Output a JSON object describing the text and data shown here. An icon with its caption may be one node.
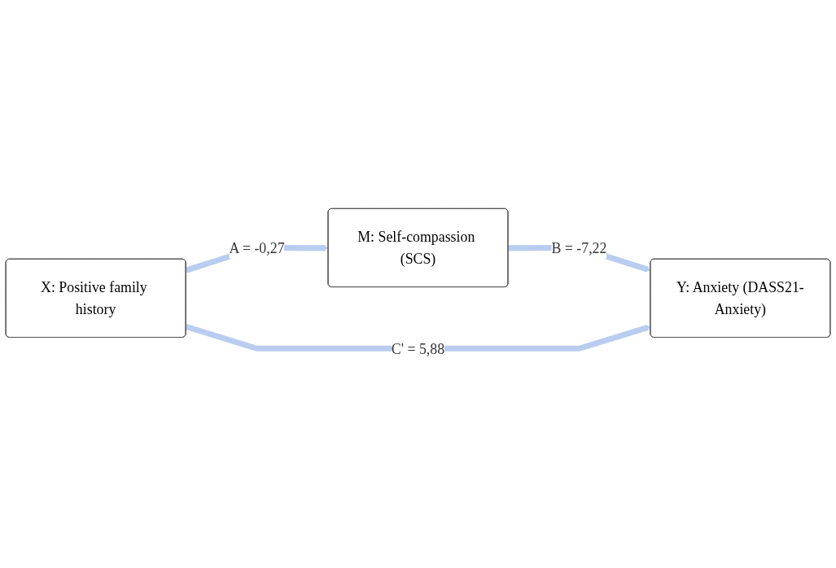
{
  "diagram": {
    "nodes": [
      {
        "text": [
          "M: Self-compassion (SCS)"
        ]
      },
      {
        "text": [
          "X: Positive family history"
        ]
      },
      {
        "text": [
          "Y: Anxiety (DASS21-Anxiety)"
        ]
      }
    ],
    "edges": [
      {
        "from": 1,
        "to": 0,
        "arrow": "to",
        "label": "A = -0,27"
      },
      {
        "from": 0,
        "to": 2,
        "arrow": "to",
        "label": "B = -7,22"
      },
      {
        "from": 1,
        "to": 2,
        "arrow": "to",
        "label": "C' = 5,88"
      }
    ]
  }
}
